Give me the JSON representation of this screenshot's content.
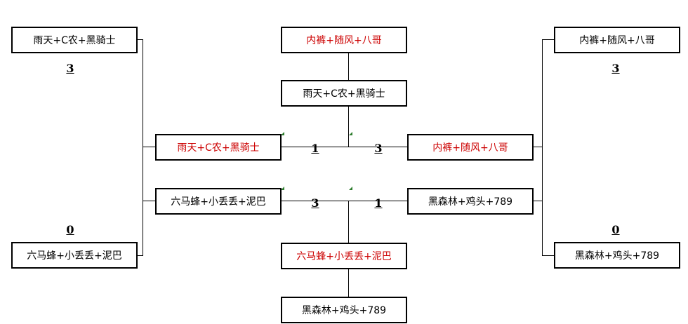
{
  "left": {
    "r1_top": "雨天+C农+黑骑士",
    "r1_top_score": "3",
    "r1_bottom": "六马蜂+小丢丢+泥巴",
    "r1_bottom_score": "0",
    "sf_top": "雨天+C农+黑骑士",
    "sf_bottom": "六马蜂+小丢丢+泥巴"
  },
  "right": {
    "r1_top": "内裤+随风+八哥",
    "r1_top_score": "3",
    "r1_bottom": "黑森林+鸡头+789",
    "r1_bottom_score": "0",
    "sf_top": "内裤+随风+八哥",
    "sf_bottom": "黑森林+鸡头+789"
  },
  "center": {
    "top_winner": "内裤+随风+八哥",
    "top_loser": "雨天+C农+黑骑士",
    "bottom_winner": "六马蜂+小丢丢+泥巴",
    "bottom_loser": "黑森林+鸡头+789",
    "score_top_left": "1",
    "score_top_right": "3",
    "score_bottom_left": "3",
    "score_bottom_right": "1"
  },
  "colors": {
    "winner_text": "#cc0000",
    "line": "#000000",
    "marker": "#2e7d2e"
  }
}
